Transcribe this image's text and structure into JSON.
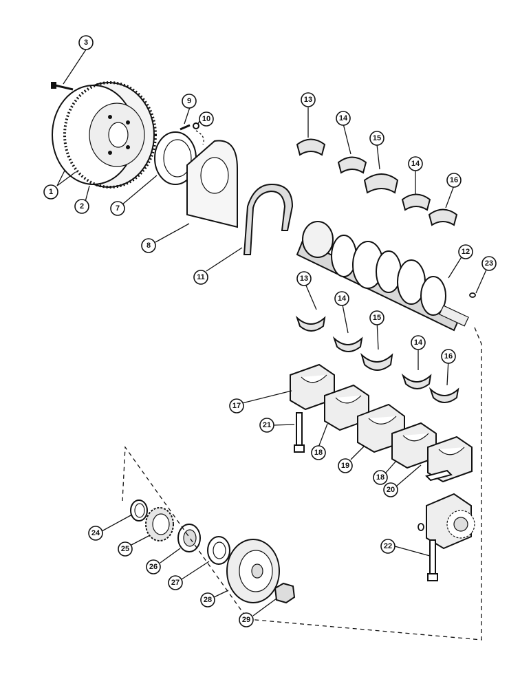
{
  "callouts": {
    "c1": "1",
    "c2": "2",
    "c3": "3",
    "c7": "7",
    "c8": "8",
    "c9": "9",
    "c10": "10",
    "c11": "11",
    "c12": "12",
    "c13a": "13",
    "c14a": "14",
    "c15a": "15",
    "c14b": "14",
    "c16a": "16",
    "c13b": "13",
    "c14c": "14",
    "c15b": "15",
    "c14d": "14",
    "c16b": "16",
    "c17": "17",
    "c18a": "18",
    "c19": "19",
    "c18b": "18",
    "c20": "20",
    "c21": "21",
    "c22": "22",
    "c23": "23",
    "c24": "24",
    "c25": "25",
    "c26": "26",
    "c27": "27",
    "c28": "28",
    "c29": "29"
  },
  "icons": {
    "flywheel": "flywheel-icon",
    "crankshaft": "crankshaft-icon",
    "oil_pump": "oil-pump-icon",
    "pulley": "pulley-icon"
  }
}
